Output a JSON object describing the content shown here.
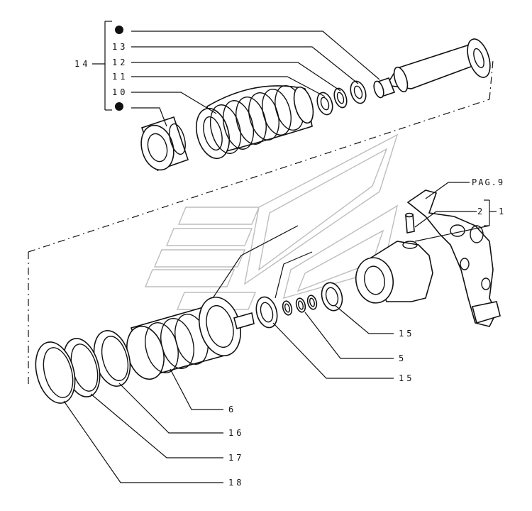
{
  "labels": {
    "l13": "13",
    "l12": "12",
    "l11": "11",
    "l10": "10",
    "l14": "14",
    "pag": "PAG.9",
    "l2": "2",
    "l1": "1",
    "l15a": "15",
    "l5": "5",
    "l15b": "15",
    "l6": "6",
    "l16": "16",
    "l17": "17",
    "l18": "18"
  },
  "colors": {
    "ink": "#111111",
    "watermark": "#bdbdbd",
    "background": "#ffffff"
  },
  "icons": {
    "bullet_top": "filled-dot",
    "bullet_bottom": "filled-dot"
  }
}
